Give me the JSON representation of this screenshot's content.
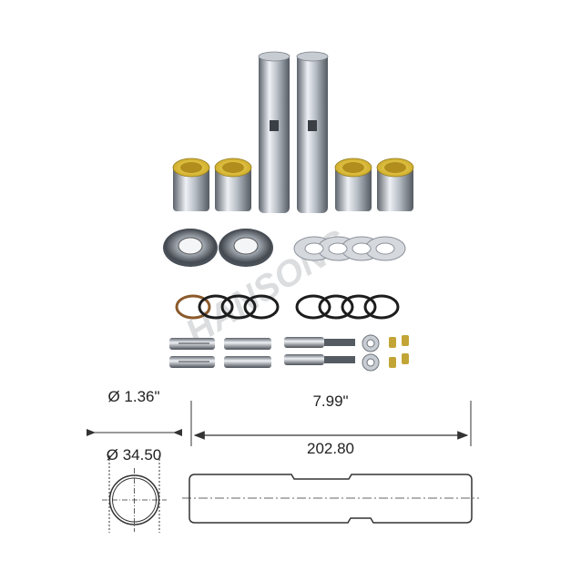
{
  "watermark": {
    "text": "HANSONS"
  },
  "dimensions": {
    "diameter_in": "Ø 1.36\"",
    "diameter_mm": "Ø 34.50",
    "length_in": "7.99\"",
    "length_mm": "202.80"
  },
  "colors": {
    "steel_light": "#e6e9ee",
    "steel_dark": "#6f7680",
    "bushing_yellow": "#e3c53a",
    "oring_brown": "#8b5a2b",
    "line": "#333333"
  }
}
